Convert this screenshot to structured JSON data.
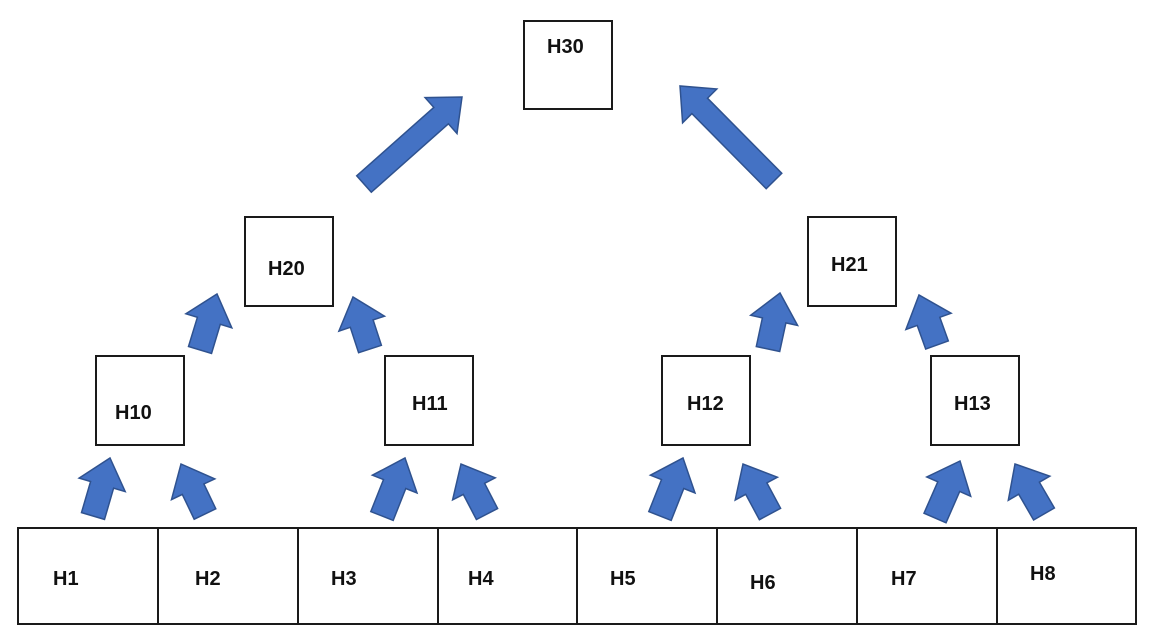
{
  "diagram": {
    "root": {
      "label": "H30"
    },
    "level2": [
      {
        "label": "H20"
      },
      {
        "label": "H21"
      }
    ],
    "level1": [
      {
        "label": "H10"
      },
      {
        "label": "H11"
      },
      {
        "label": "H12"
      },
      {
        "label": "H13"
      }
    ],
    "leaves": [
      {
        "label": "H1"
      },
      {
        "label": "H2"
      },
      {
        "label": "H3"
      },
      {
        "label": "H4"
      },
      {
        "label": "H5"
      },
      {
        "label": "H6"
      },
      {
        "label": "H7"
      },
      {
        "label": "H8"
      }
    ],
    "colors": {
      "arrow_fill": "#4472C4",
      "arrow_stroke": "#2F528F",
      "box_border": "#1a1a1a"
    }
  }
}
